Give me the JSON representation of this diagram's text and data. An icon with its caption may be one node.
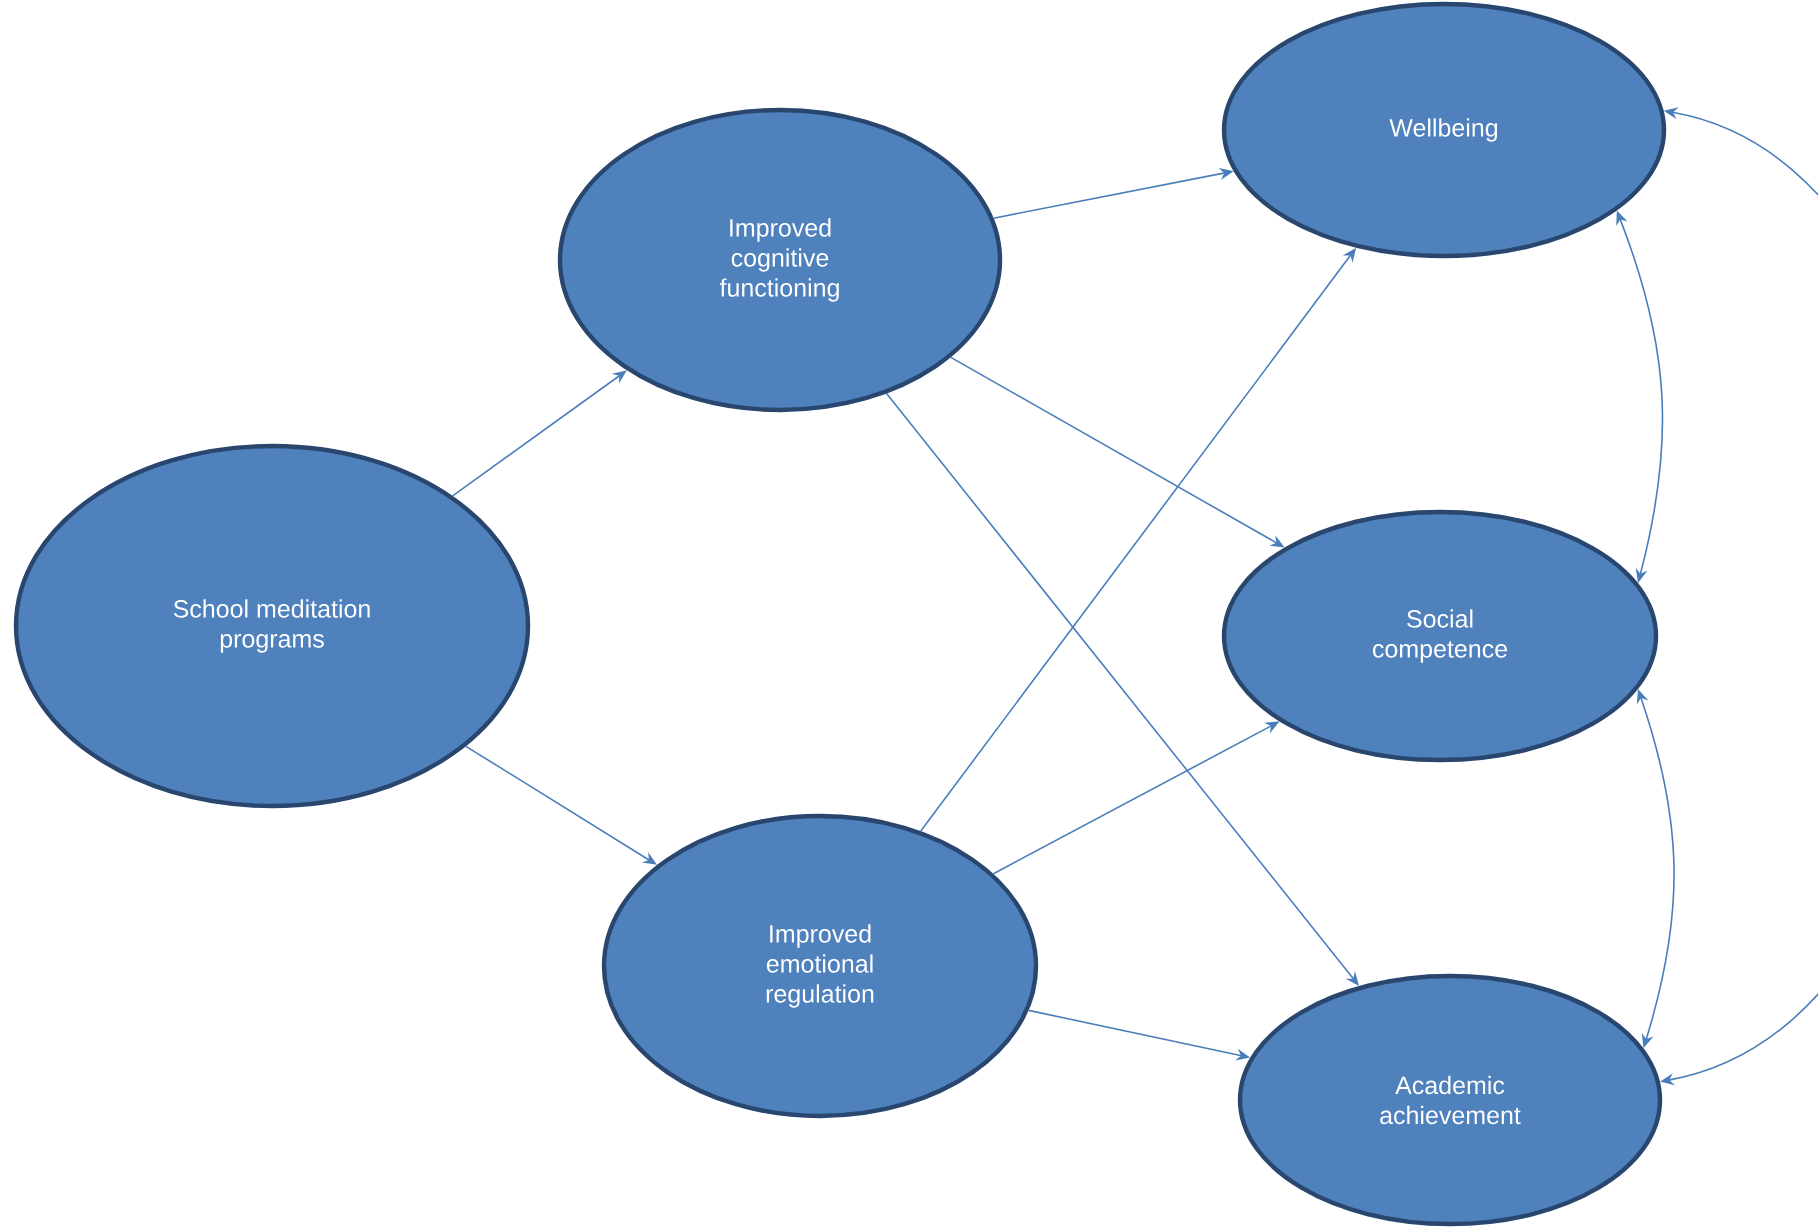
{
  "diagram": {
    "nodes": [
      {
        "text": [
          "School meditation programs"
        ]
      },
      {
        "text": [
          "Improved cognitive functioning"
        ]
      },
      {
        "text": [
          "Improved emotional regulation"
        ]
      },
      {
        "text": [
          "Wellbeing"
        ]
      },
      {
        "text": [
          "Social competence"
        ]
      },
      {
        "text": [
          "Academic achievement"
        ]
      }
    ],
    "edges": [
      {
        "from": 0,
        "to": 1,
        "arrow": "to"
      },
      {
        "from": 0,
        "to": 2,
        "arrow": "to"
      },
      {
        "from": 1,
        "to": 3,
        "arrow": "to"
      },
      {
        "from": 1,
        "to": 4,
        "arrow": "to"
      },
      {
        "from": 1,
        "to": 5,
        "arrow": "to"
      },
      {
        "from": 2,
        "to": 3,
        "arrow": "to"
      },
      {
        "from": 2,
        "to": 4,
        "arrow": "to"
      },
      {
        "from": 2,
        "to": 5,
        "arrow": "to"
      },
      {
        "from": 3,
        "to": 4,
        "arrow": "both"
      },
      {
        "from": 4,
        "to": 5,
        "arrow": "both"
      },
      {
        "from": 3,
        "to": 5,
        "arrow": "both"
      }
    ]
  }
}
